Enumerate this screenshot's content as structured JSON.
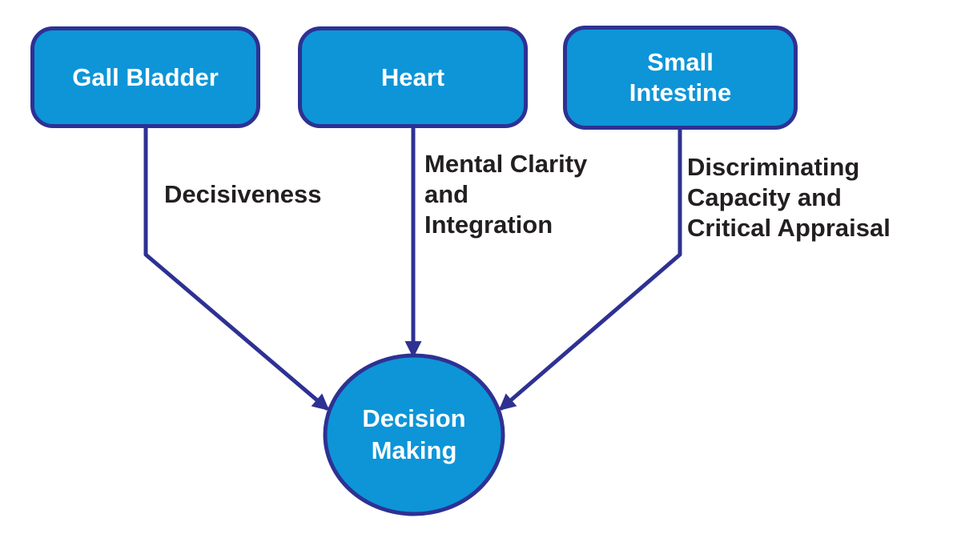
{
  "diagram": {
    "type": "flow-diagram",
    "nodes": [
      {
        "id": "gall-bladder",
        "label": "Gall Bladder",
        "lines": [
          "Gall Bladder"
        ],
        "shape": "rounded-rectangle"
      },
      {
        "id": "heart",
        "label": "Heart",
        "lines": [
          "Heart"
        ],
        "shape": "rounded-rectangle"
      },
      {
        "id": "small-intestine",
        "label": "Small Intestine",
        "lines": [
          "Small",
          "Intestine"
        ],
        "shape": "rounded-rectangle"
      },
      {
        "id": "decision-making",
        "label": "Decision Making",
        "lines": [
          "Decision",
          "Making"
        ],
        "shape": "circle"
      }
    ],
    "edges": [
      {
        "from": "Gall Bladder",
        "to": "Decision Making",
        "label": "Decisiveness",
        "lines": [
          "Decisiveness"
        ]
      },
      {
        "from": "Heart",
        "to": "Decision Making",
        "label": "Mental Clarity and Integration",
        "lines": [
          "Mental Clarity",
          "and",
          "Integration"
        ]
      },
      {
        "from": "Small Intestine",
        "to": "Decision Making",
        "label": "Discriminating Capacity and Critical Appraisal",
        "lines": [
          "Discriminating",
          "Capacity and",
          "Critical Appraisal"
        ]
      }
    ],
    "colors": {
      "node_fill": "#0D95D8",
      "node_border": "#2E3192",
      "arrow": "#2E3192",
      "node_text": "#FFFFFF",
      "edge_label_text": "#231F20",
      "background": "#FFFFFF"
    }
  }
}
